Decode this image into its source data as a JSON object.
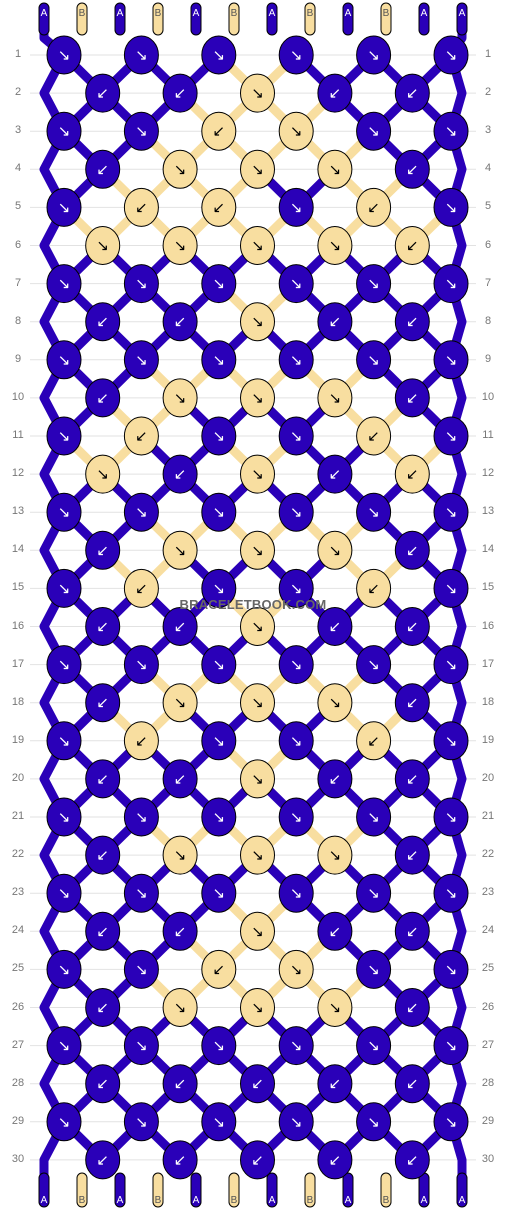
{
  "colors": {
    "A": "#2a00b8",
    "B": "#f8dea0",
    "grid": "#e2e2e2",
    "outline": "#000000"
  },
  "strings": {
    "top": [
      "A",
      "B",
      "A",
      "B",
      "A",
      "B",
      "A",
      "B",
      "A",
      "B",
      "A",
      "A"
    ],
    "bottom": [
      "A",
      "B",
      "A",
      "B",
      "A",
      "B",
      "A",
      "B",
      "A",
      "B",
      "A",
      "A"
    ]
  },
  "rows": [
    "1",
    "2",
    "3",
    "4",
    "5",
    "6",
    "7",
    "8",
    "9",
    "10",
    "11",
    "12",
    "13",
    "14",
    "15",
    "16",
    "17",
    "18",
    "19",
    "20",
    "21",
    "22",
    "23",
    "24",
    "25",
    "26",
    "27",
    "28",
    "29",
    "30"
  ],
  "knots": [
    [
      "A:↘",
      "A:↘",
      "A:↘",
      "A:↘",
      "A:↘",
      "A:↘"
    ],
    [
      "A:↙",
      "A:↙",
      "B:↘",
      "A:↙",
      "A:↙"
    ],
    [
      "A:↘",
      "A:↘",
      "B:↙",
      "B:↘",
      "A:↘",
      "A:↘"
    ],
    [
      "A:↙",
      "B:↘",
      "B:↘",
      "B:↘",
      "A:↙"
    ],
    [
      "A:↘",
      "B:↙",
      "B:↙",
      "A:↘",
      "B:↙",
      "A:↘"
    ],
    [
      "B:↘",
      "B:↘",
      "B:↘",
      "B:↘",
      "B:↙"
    ],
    [
      "A:↘",
      "A:↘",
      "A:↘",
      "A:↘",
      "A:↘",
      "A:↘"
    ],
    [
      "A:↙",
      "A:↙",
      "B:↘",
      "A:↙",
      "A:↙"
    ],
    [
      "A:↘",
      "A:↘",
      "A:↘",
      "A:↘",
      "A:↘",
      "A:↘"
    ],
    [
      "A:↙",
      "B:↘",
      "B:↘",
      "B:↘",
      "A:↙"
    ],
    [
      "A:↘",
      "B:↙",
      "A:↘",
      "A:↘",
      "B:↙",
      "A:↘"
    ],
    [
      "B:↘",
      "A:↙",
      "B:↘",
      "A:↙",
      "B:↙"
    ],
    [
      "A:↘",
      "A:↘",
      "A:↘",
      "A:↘",
      "A:↘",
      "A:↘"
    ],
    [
      "A:↙",
      "B:↘",
      "B:↘",
      "B:↘",
      "A:↙"
    ],
    [
      "A:↘",
      "B:↙",
      "A:↘",
      "A:↘",
      "B:↙",
      "A:↘"
    ],
    [
      "A:↙",
      "A:↙",
      "B:↘",
      "A:↙",
      "A:↙"
    ],
    [
      "A:↘",
      "A:↘",
      "A:↘",
      "A:↘",
      "A:↘",
      "A:↘"
    ],
    [
      "A:↙",
      "B:↘",
      "B:↘",
      "B:↘",
      "A:↙"
    ],
    [
      "A:↘",
      "B:↙",
      "A:↘",
      "A:↘",
      "B:↙",
      "A:↘"
    ],
    [
      "A:↙",
      "A:↙",
      "B:↘",
      "A:↙",
      "A:↙"
    ],
    [
      "A:↘",
      "A:↘",
      "A:↘",
      "A:↘",
      "A:↘",
      "A:↘"
    ],
    [
      "A:↙",
      "B:↘",
      "B:↘",
      "B:↘",
      "A:↙"
    ],
    [
      "A:↘",
      "A:↘",
      "A:↘",
      "A:↘",
      "A:↘",
      "A:↘"
    ],
    [
      "A:↙",
      "A:↙",
      "B:↘",
      "A:↙",
      "A:↙"
    ],
    [
      "A:↘",
      "A:↘",
      "B:↙",
      "B:↘",
      "A:↘",
      "A:↘"
    ],
    [
      "A:↙",
      "B:↘",
      "B:↘",
      "B:↘",
      "A:↙"
    ],
    [
      "A:↘",
      "A:↘",
      "A:↘",
      "A:↘",
      "A:↘",
      "A:↘"
    ],
    [
      "A:↙",
      "A:↙",
      "A:↙",
      "A:↙",
      "A:↙"
    ],
    [
      "A:↘",
      "A:↘",
      "A:↘",
      "A:↘",
      "A:↘",
      "A:↘"
    ],
    [
      "A:↙",
      "A:↙",
      "A:↙",
      "A:↙",
      "A:↙"
    ]
  ],
  "watermark": "BRACELETBOOK.COM"
}
